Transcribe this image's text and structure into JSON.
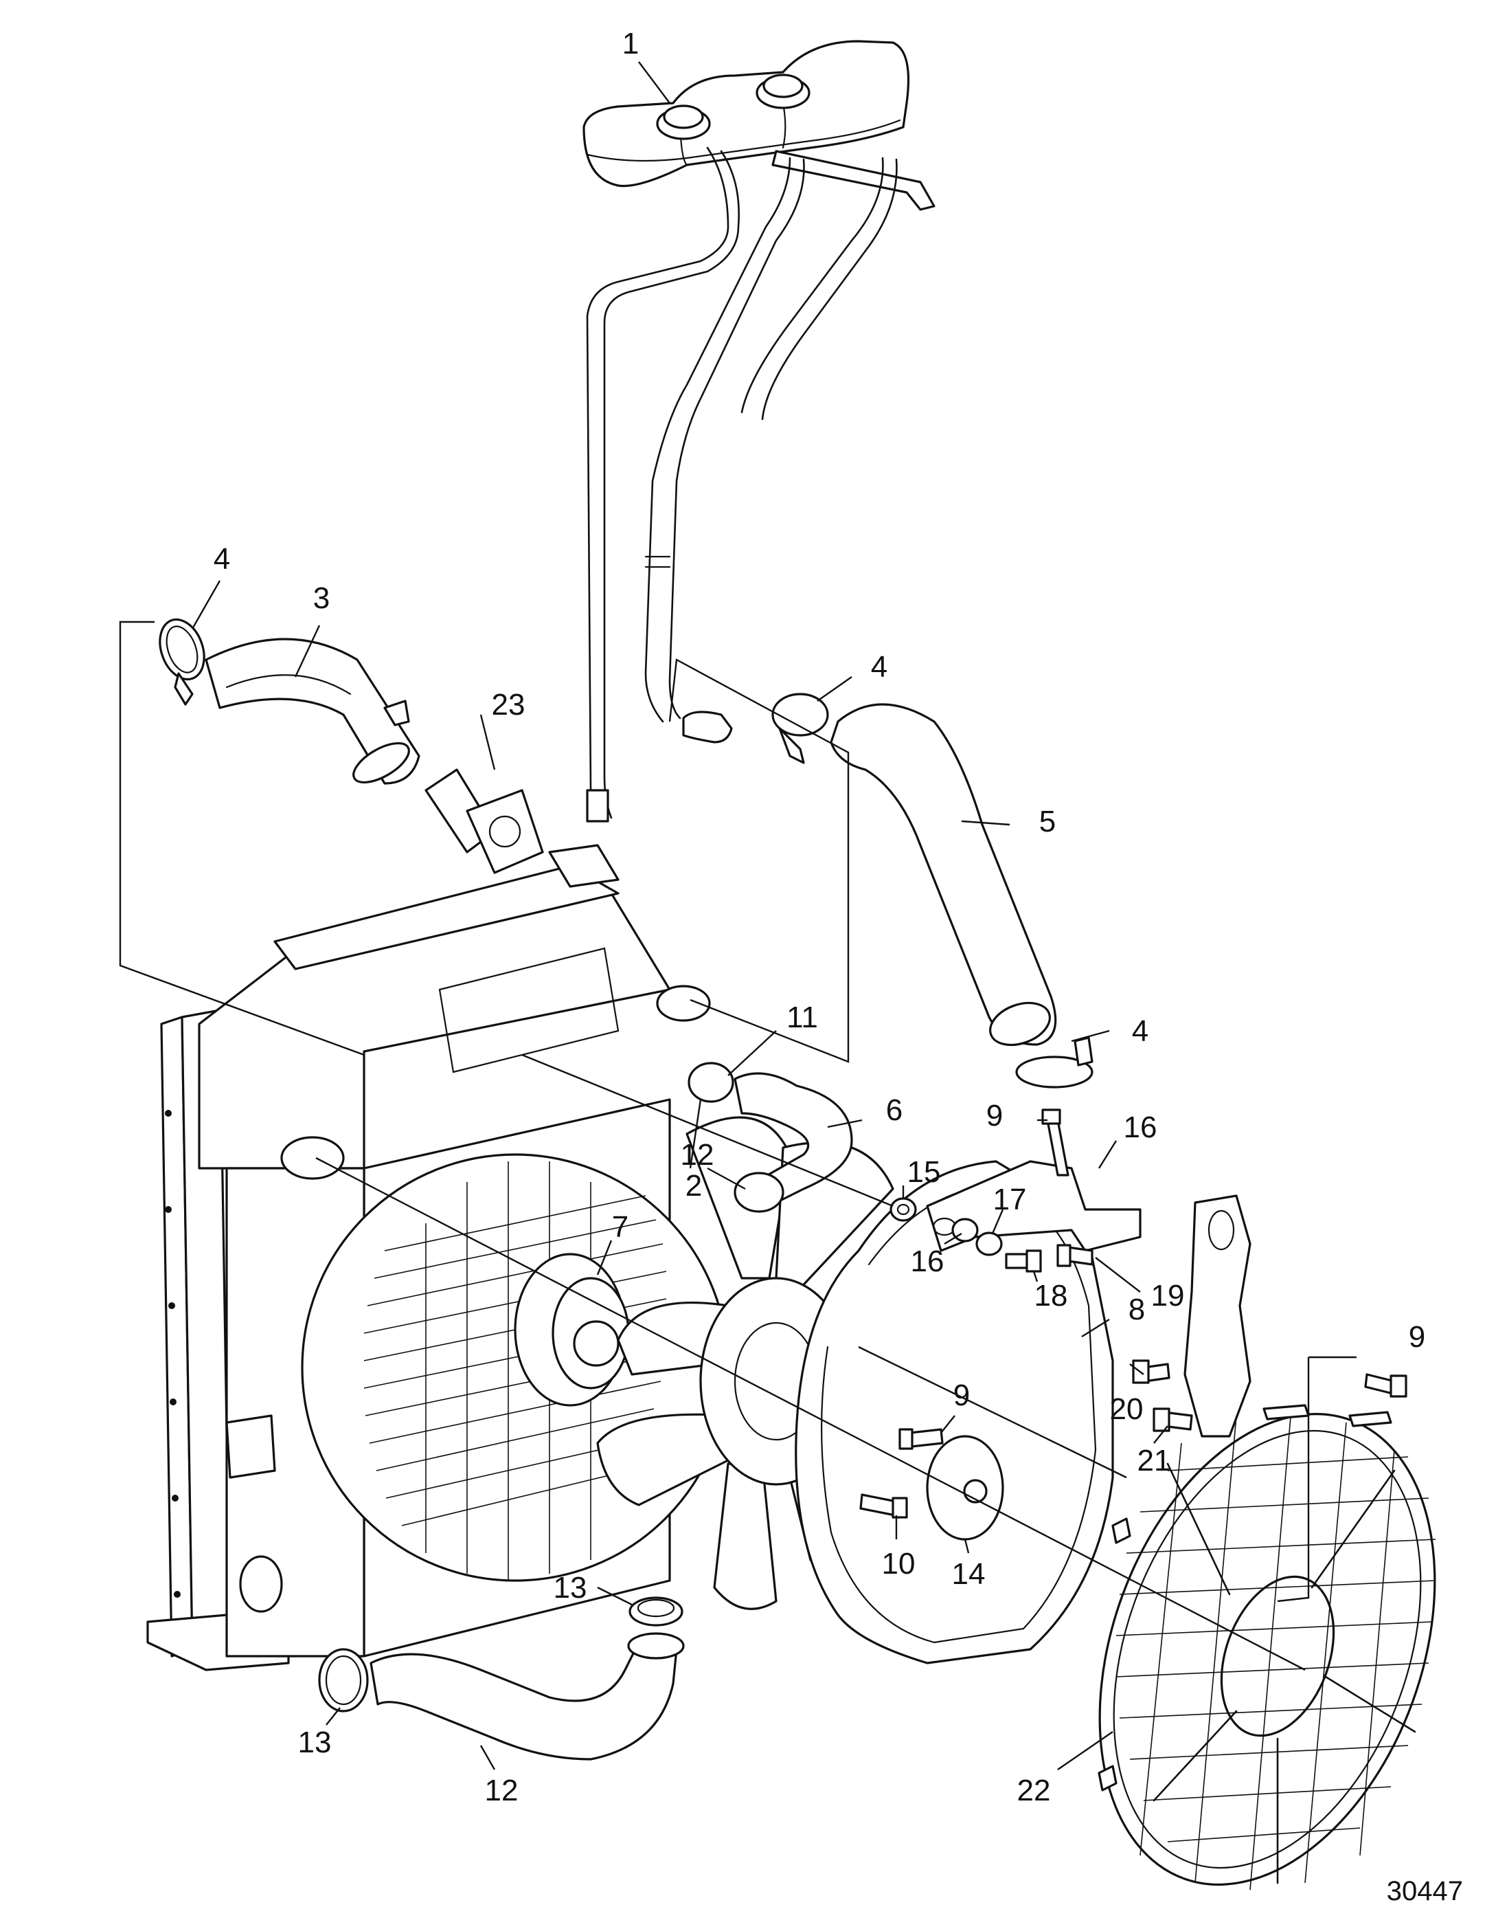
{
  "figure_id": "30447",
  "callouts": [
    {
      "id": "c1",
      "label": "1"
    },
    {
      "id": "c2",
      "label": "2"
    },
    {
      "id": "c3",
      "label": "3"
    },
    {
      "id": "c4a",
      "label": "4"
    },
    {
      "id": "c4b",
      "label": "4"
    },
    {
      "id": "c4c",
      "label": "4"
    },
    {
      "id": "c5",
      "label": "5"
    },
    {
      "id": "c6",
      "label": "6"
    },
    {
      "id": "c7",
      "label": "7"
    },
    {
      "id": "c8",
      "label": "8"
    },
    {
      "id": "c9a",
      "label": "9"
    },
    {
      "id": "c9b",
      "label": "9"
    },
    {
      "id": "c9c",
      "label": "9"
    },
    {
      "id": "c10",
      "label": "10"
    },
    {
      "id": "c11",
      "label": "11"
    },
    {
      "id": "c12a",
      "label": "12"
    },
    {
      "id": "c12b",
      "label": "12"
    },
    {
      "id": "c13a",
      "label": "13"
    },
    {
      "id": "c13b",
      "label": "13"
    },
    {
      "id": "c14",
      "label": "14"
    },
    {
      "id": "c15",
      "label": "15"
    },
    {
      "id": "c16a",
      "label": "16"
    },
    {
      "id": "c16b",
      "label": "16"
    },
    {
      "id": "c17",
      "label": "17"
    },
    {
      "id": "c18",
      "label": "18"
    },
    {
      "id": "c19",
      "label": "19"
    },
    {
      "id": "c20",
      "label": "20"
    },
    {
      "id": "c21",
      "label": "21"
    },
    {
      "id": "c22",
      "label": "22"
    },
    {
      "id": "c23",
      "label": "23"
    }
  ]
}
